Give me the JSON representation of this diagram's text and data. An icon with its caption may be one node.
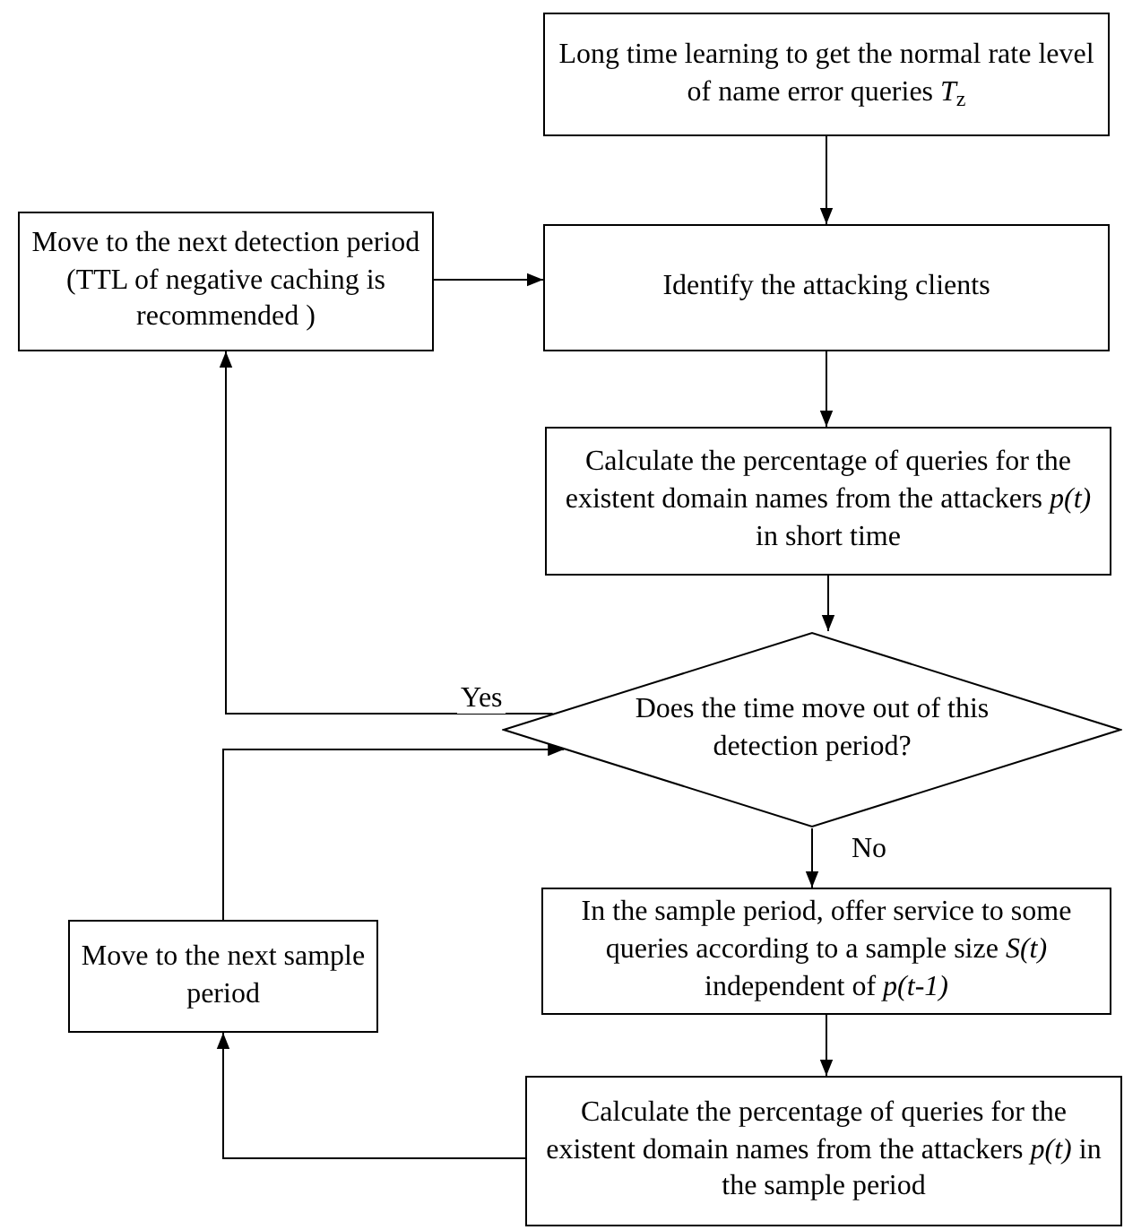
{
  "diagram": {
    "nodes": [
      {
        "text": [
          "Long time learning to get the normal rate level of name error queries *T*$_{z}$"
        ]
      },
      {
        "text": [
          "Move to the next detection period (TTL of negative caching is recommended )"
        ]
      },
      {
        "text": [
          "Identify the attacking clients"
        ]
      },
      {
        "text": [
          "Calculate the percentage of queries for the existent domain names from the attackers *p(t)* in short time"
        ]
      },
      {
        "text": [
          "Does the time move out of this detection period?"
        ]
      },
      {
        "text": [
          "In the sample period,  offer service to some queries according to a sample size *S(t)* independent of *p(t-1)*"
        ]
      },
      {
        "text": [
          "Move to the next sample period"
        ]
      },
      {
        "text": [
          "Calculate the percentage of queries for the existent domain names from the attackers *p(t)* in the sample period"
        ]
      }
    ],
    "edges": [
      {
        "from": 0,
        "to": 2,
        "arrow": "to"
      },
      {
        "from": 1,
        "to": 2,
        "arrow": "to"
      },
      {
        "from": 2,
        "to": 3,
        "arrow": "to"
      },
      {
        "from": 3,
        "to": 4,
        "arrow": "to"
      },
      {
        "from": 4,
        "to": 1,
        "arrow": "to",
        "label": "Yes"
      },
      {
        "from": 4,
        "to": 5,
        "arrow": "to",
        "label": "No"
      },
      {
        "from": 6,
        "to": 4,
        "arrow": "to"
      },
      {
        "from": 5,
        "to": 7,
        "arrow": "to"
      },
      {
        "from": 7,
        "to": 6,
        "arrow": "to"
      }
    ]
  }
}
